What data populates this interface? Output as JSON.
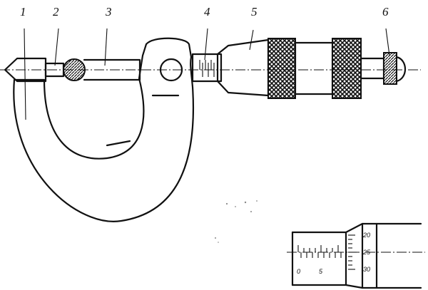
{
  "callouts": [
    {
      "id": "1",
      "label": "1"
    },
    {
      "id": "2",
      "label": "2"
    },
    {
      "id": "3",
      "label": "3"
    },
    {
      "id": "4",
      "label": "4"
    },
    {
      "id": "5",
      "label": "5"
    },
    {
      "id": "6",
      "label": "6"
    }
  ],
  "detail_scale": {
    "sleeve_labels": [
      "0",
      "5"
    ],
    "thimble_labels": [
      "20",
      "25",
      "30"
    ]
  },
  "colors": {
    "ink": "#111111",
    "paper": "#ffffff"
  }
}
